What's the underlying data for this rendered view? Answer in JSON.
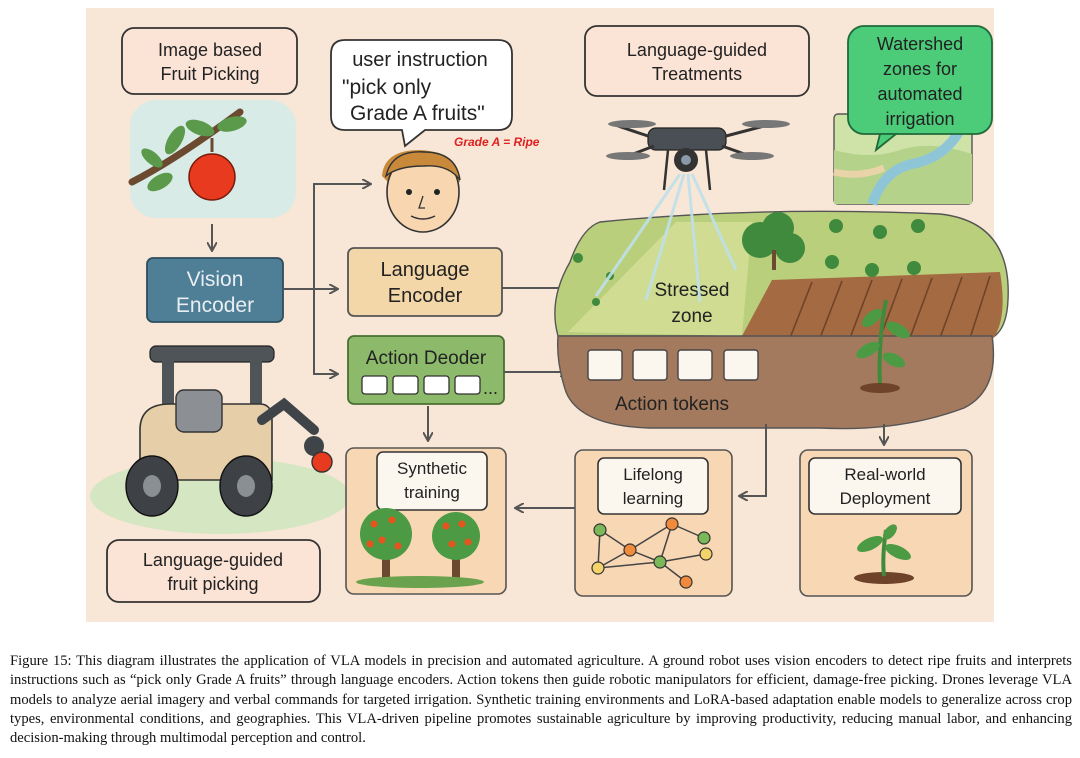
{
  "diagram": {
    "image_fruit_picking": [
      "Image based",
      "Fruit Picking"
    ],
    "user_instruction": [
      "user instruction",
      "\"pick only",
      "Grade A fruits\""
    ],
    "grade_note": "Grade A = Ripe",
    "language_guided_treatments": [
      "Language-guided",
      "Treatments"
    ],
    "watershed": [
      "Watershed",
      "zones for",
      "automated",
      "irrigation"
    ],
    "vision_encoder": [
      "Vision",
      "Encoder"
    ],
    "language_encoder": [
      "Language",
      "Encoder"
    ],
    "action_decoder": "Action Deoder",
    "action_decoder_ellipsis": "...",
    "stressed_zone": [
      "Stressed",
      "zone"
    ],
    "action_tokens": "Action tokens",
    "synthetic_training": [
      "Synthetic",
      "training"
    ],
    "lifelong_learning": [
      "Lifelong",
      "learning"
    ],
    "real_world_deployment": [
      "Real-world",
      "Deployment"
    ],
    "language_guided_fruit_picking": [
      "Language-guided",
      "fruit picking"
    ]
  },
  "caption": "Figure 15: This diagram illustrates the application of VLA models in precision and automated agriculture. A ground robot uses vision encoders to detect ripe fruits and interprets instructions such as “pick only Grade A fruits” through language encoders. Action tokens then guide robotic manipulators for efficient, damage-free picking. Drones leverage VLA models to analyze aerial imagery and verbal commands for targeted irrigation. Synthetic training environments and LoRA-based adaptation enable models to generalize across crop types, environmental conditions, and geographies. This VLA-driven pipeline promotes sustainable agriculture by improving productivity, reducing manual labor, and enhancing decision-making through multimodal perception and control.",
  "colors": {
    "background": "#f8e6d6",
    "vision_encoder": "#4f7f97",
    "language_encoder": "#f4d7a8",
    "action_decoder": "#8cb96a",
    "watershed": "#4ccb79",
    "grade_note": "#e02020"
  },
  "icons": [
    "apple-branch-icon",
    "face-icon",
    "drone-icon",
    "map-icon",
    "robot-icon",
    "field-icon",
    "plant-icon",
    "trees-icon",
    "network-icon",
    "sprout-icon"
  ]
}
